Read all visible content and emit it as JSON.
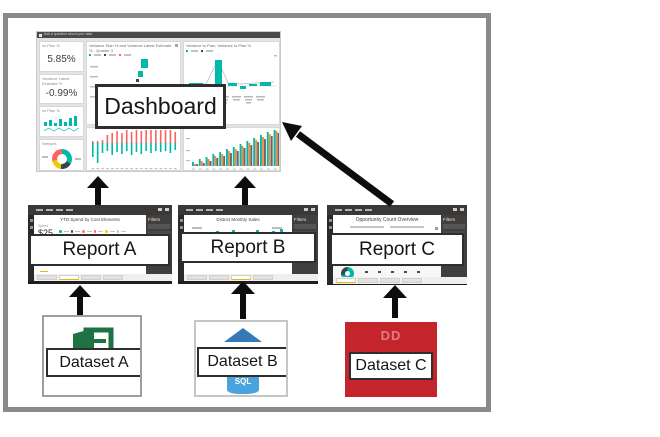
{
  "colors": {
    "teal": "#01b8aa",
    "coral": "#fd625e",
    "orange": "#f28c46",
    "yellow": "#f2c80f",
    "slate": "#5f6b6d",
    "dark": "#374649",
    "excel_green": "#1e7243",
    "sql_blue": "#4aa3dc",
    "sql_roof": "#3579b8",
    "dataset_red": "#c4242c",
    "frame_gray": "#8a8a8a",
    "arrow_black": "#0d0d0d"
  },
  "nodes": {
    "dashboard": {
      "label": "Dashboard"
    },
    "report_a": {
      "label": "Report A",
      "title": "YTD Spend by Cost Elements",
      "kpi_label": "Spend",
      "kpi_value": "$25",
      "filters_label": "Filters",
      "legend_colors": [
        "#01b8aa",
        "#374649",
        "#f28c46",
        "#fd625e",
        "#f2c80f",
        "#8ad4eb"
      ],
      "tabs_count": 4,
      "tab_active": 1
    },
    "report_b": {
      "label": "Report B",
      "title": "District Monthly Sales",
      "filters_label": "Filters",
      "tabs_count": 4,
      "tab_active": 2
    },
    "report_c": {
      "label": "Report C",
      "title": "Opportunity Count Overview",
      "filters_label": "Filters",
      "tabs_count": 4,
      "tab_active": 0
    },
    "dataset_a": {
      "label": "Dataset A"
    },
    "dataset_b": {
      "label": "Dataset B",
      "icon_text": "SQL"
    },
    "dataset_c": {
      "label": "Dataset C",
      "icon_text": "DD"
    }
  },
  "dashboard_thumb": {
    "header_text": "Ask a question about your data",
    "tiles": {
      "kpi1_label": "vs Plan %",
      "kpi1_value": "5.85%",
      "kpi2_label": "Variance Latest Estimate %",
      "kpi2_value": "-0.99%",
      "kpi3_label": "vs Plan %",
      "donut_label": "Network",
      "waterfall_title": "Variance Plan % and Variance Latest Estimate % - Quarter 3",
      "spike_title": "Variance to Plan, Variance to Plan %"
    },
    "charts": {
      "ascending_heights": [
        4,
        7,
        9,
        12,
        14,
        17,
        19,
        22,
        25,
        28,
        31,
        34,
        37
      ],
      "candle_down": [
        14,
        20,
        10,
        8,
        12,
        9,
        11,
        8,
        12,
        9,
        11,
        8,
        10,
        8,
        9,
        8,
        10,
        7
      ],
      "candle_up": [
        2,
        2,
        3,
        8,
        10,
        12,
        10,
        13,
        11,
        14,
        12,
        15,
        13,
        16,
        14,
        16,
        13,
        11
      ],
      "report_b_bars": [
        5,
        7,
        4,
        8,
        6,
        9,
        5,
        7,
        9,
        6,
        8,
        10
      ]
    }
  }
}
